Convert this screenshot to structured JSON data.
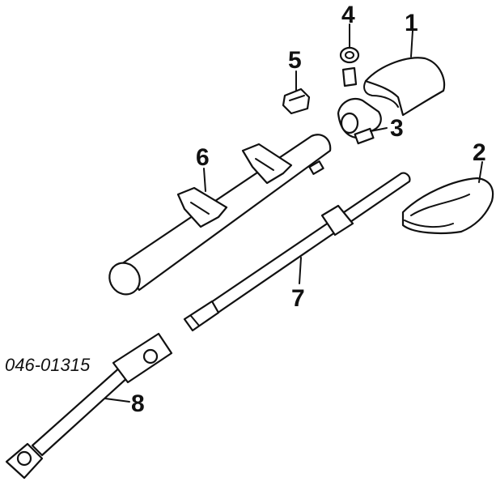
{
  "diagram_code": "046-01315",
  "callouts": [
    {
      "id": "1",
      "text": "1"
    },
    {
      "id": "2",
      "text": "2"
    },
    {
      "id": "3",
      "text": "3"
    },
    {
      "id": "4",
      "text": "4"
    },
    {
      "id": "5",
      "text": "5"
    },
    {
      "id": "6",
      "text": "6"
    },
    {
      "id": "7",
      "text": "7"
    },
    {
      "id": "8",
      "text": "8"
    }
  ]
}
